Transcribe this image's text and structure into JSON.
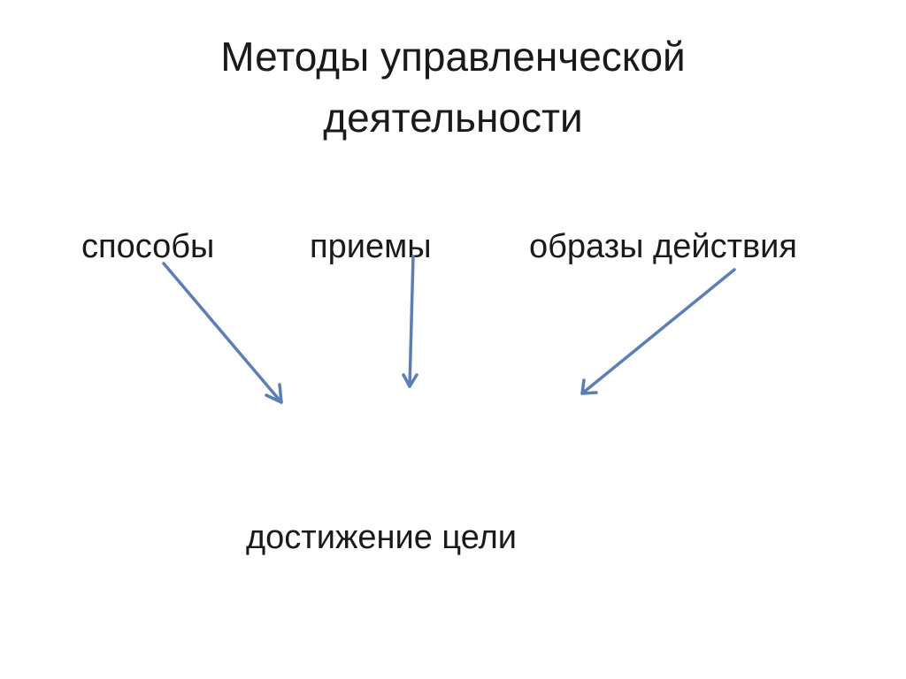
{
  "title": {
    "line1": "Методы управленческой",
    "line2": "деятельности"
  },
  "items": {
    "sposoby": "способы",
    "priemy": "приемы",
    "obrazy": "образы действия"
  },
  "goal": "достижение цели",
  "colors": {
    "arrow": "#5b7fb3",
    "text": "#1a1a1a",
    "background": "#ffffff"
  }
}
